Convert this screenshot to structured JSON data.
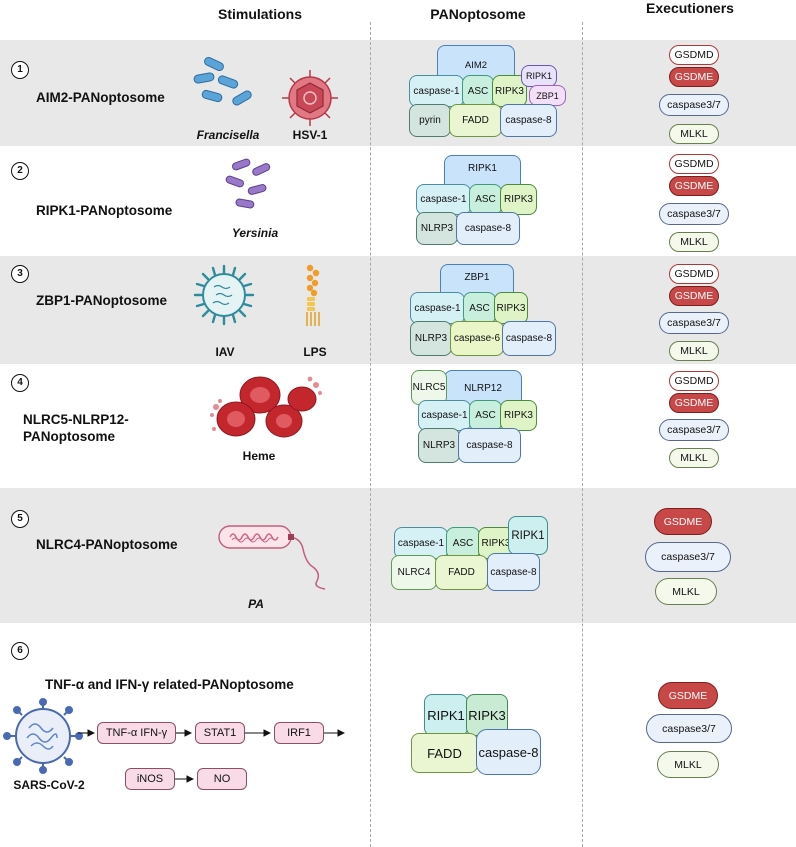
{
  "headers": {
    "stimulations": "Stimulations",
    "panoptosome": "PANoptosome",
    "executioners": "Executioners"
  },
  "rows": [
    {
      "number": "1",
      "title": "AIM2-PANoptosome",
      "stimuli": [
        "Francisella",
        "HSV-1"
      ],
      "complex": [
        "AIM2",
        "caspase-1",
        "ASC",
        "RIPK3",
        "RIPK1",
        "ZBP1",
        "pyrin",
        "FADD",
        "caspase-8"
      ],
      "executioners": [
        "GSDMD",
        "GSDME",
        "caspase3/7",
        "MLKL"
      ]
    },
    {
      "number": "2",
      "title": "RIPK1-PANoptosome",
      "stimuli": [
        "Yersinia"
      ],
      "complex": [
        "RIPK1",
        "caspase-1",
        "ASC",
        "RIPK3",
        "NLRP3",
        "caspase-8"
      ],
      "executioners": [
        "GSDMD",
        "GSDME",
        "caspase3/7",
        "MLKL"
      ]
    },
    {
      "number": "3",
      "title": "ZBP1-PANoptosome",
      "stimuli": [
        "IAV",
        "LPS"
      ],
      "complex": [
        "ZBP1",
        "caspase-1",
        "ASC",
        "RIPK3",
        "NLRP3",
        "caspase-6",
        "caspase-8"
      ],
      "executioners": [
        "GSDMD",
        "GSDME",
        "caspase3/7",
        "MLKL"
      ]
    },
    {
      "number": "4",
      "title_line1": "NLRC5-NLRP12-",
      "title_line2": "PANoptosome",
      "stimuli": [
        "Heme"
      ],
      "complex": [
        "NLRC5",
        "NLRP12",
        "caspase-1",
        "ASC",
        "RIPK3",
        "NLRP3",
        "caspase-8"
      ],
      "executioners": [
        "GSDMD",
        "GSDME",
        "caspase3/7",
        "MLKL"
      ]
    },
    {
      "number": "5",
      "title": "NLRC4-PANoptosome",
      "stimuli": [
        "PA"
      ],
      "complex": [
        "caspase-1",
        "ASC",
        "RIPK3",
        "RIPK1",
        "NLRC4",
        "FADD",
        "caspase-8"
      ],
      "executioners": [
        "GSDME",
        "caspase3/7",
        "MLKL"
      ]
    },
    {
      "number": "6",
      "title": "TNF-α and IFN-γ related-PANoptosome",
      "stimuli": [
        "SARS-CoV-2"
      ],
      "pathway": [
        "TNF-α IFN-γ",
        "STAT1",
        "IRF1",
        "iNOS",
        "NO"
      ],
      "complex": [
        "RIPK1",
        "RIPK3",
        "FADD",
        "caspase-8"
      ],
      "executioners": [
        "GSDME",
        "caspase3/7",
        "MLKL"
      ]
    }
  ],
  "colors": {
    "band": "#e8e8e8",
    "gsdme_fill": "#c84747",
    "gsdmd_border": "#b23636",
    "bacteria_blue": "#5ba4d9",
    "bacteria_purple": "#9a78c9",
    "virus_red": "#d65a6a",
    "iav_teal": "#2e8c9c",
    "lps_orange": "#ef9c2a",
    "rbc_red": "#c4262e",
    "sars_blue": "#4a69b5"
  },
  "icons": [
    "francisella-bacteria-icon",
    "hsv1-virus-icon",
    "yersinia-bacteria-icon",
    "iav-virus-icon",
    "lps-molecule-icon",
    "heme-red-blood-cells-icon",
    "pa-bacterium-icon",
    "sars-cov-2-virus-icon"
  ]
}
